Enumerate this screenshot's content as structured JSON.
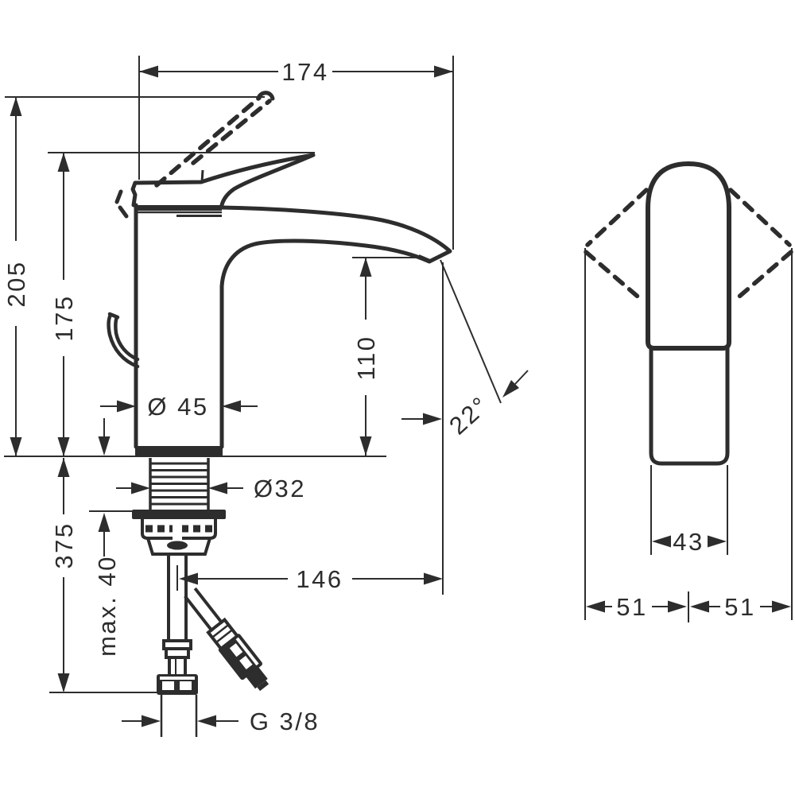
{
  "colors": {
    "background": "#ffffff",
    "ink": "#2d2d2d"
  },
  "labels": {
    "width_top": "174",
    "height_total": "205",
    "height_lever": "175",
    "spout_height": "110",
    "body_diameter": "Ø 45",
    "shank_diameter": "Ø32",
    "depth_below": "375",
    "max_thickness": "max. 40",
    "spout_reach": "146",
    "thread": "G 3/8",
    "angle": "22°",
    "side_width": "43",
    "side_left": "51",
    "side_right": "51"
  }
}
